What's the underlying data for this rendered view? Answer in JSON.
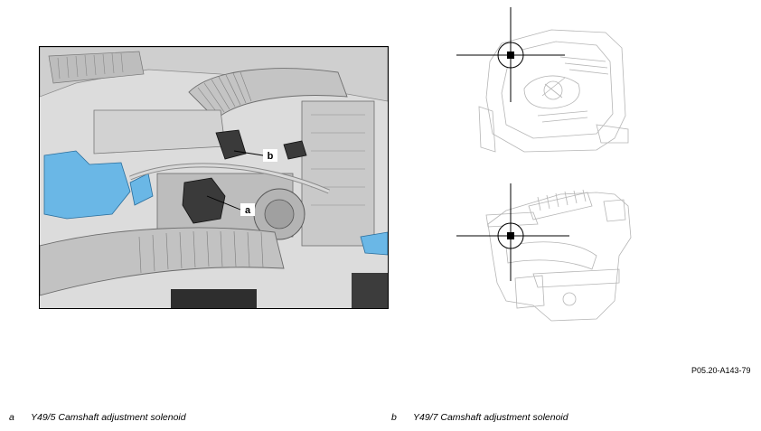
{
  "figure": {
    "callouts": [
      {
        "letter": "a"
      },
      {
        "letter": "b"
      }
    ],
    "reference_code": "P05.20-A143-79"
  },
  "legend": [
    {
      "letter": "a",
      "text": "Y49/5 Camshaft adjustment solenoid"
    },
    {
      "letter": "b",
      "text": "Y49/7 Camshaft adjustment solenoid"
    }
  ],
  "colors": {
    "highlight_blue": "#6ab7e6",
    "engine_gray": "#c6c6c6",
    "dark_part": "#3a3a3a",
    "outline": "#000000"
  }
}
